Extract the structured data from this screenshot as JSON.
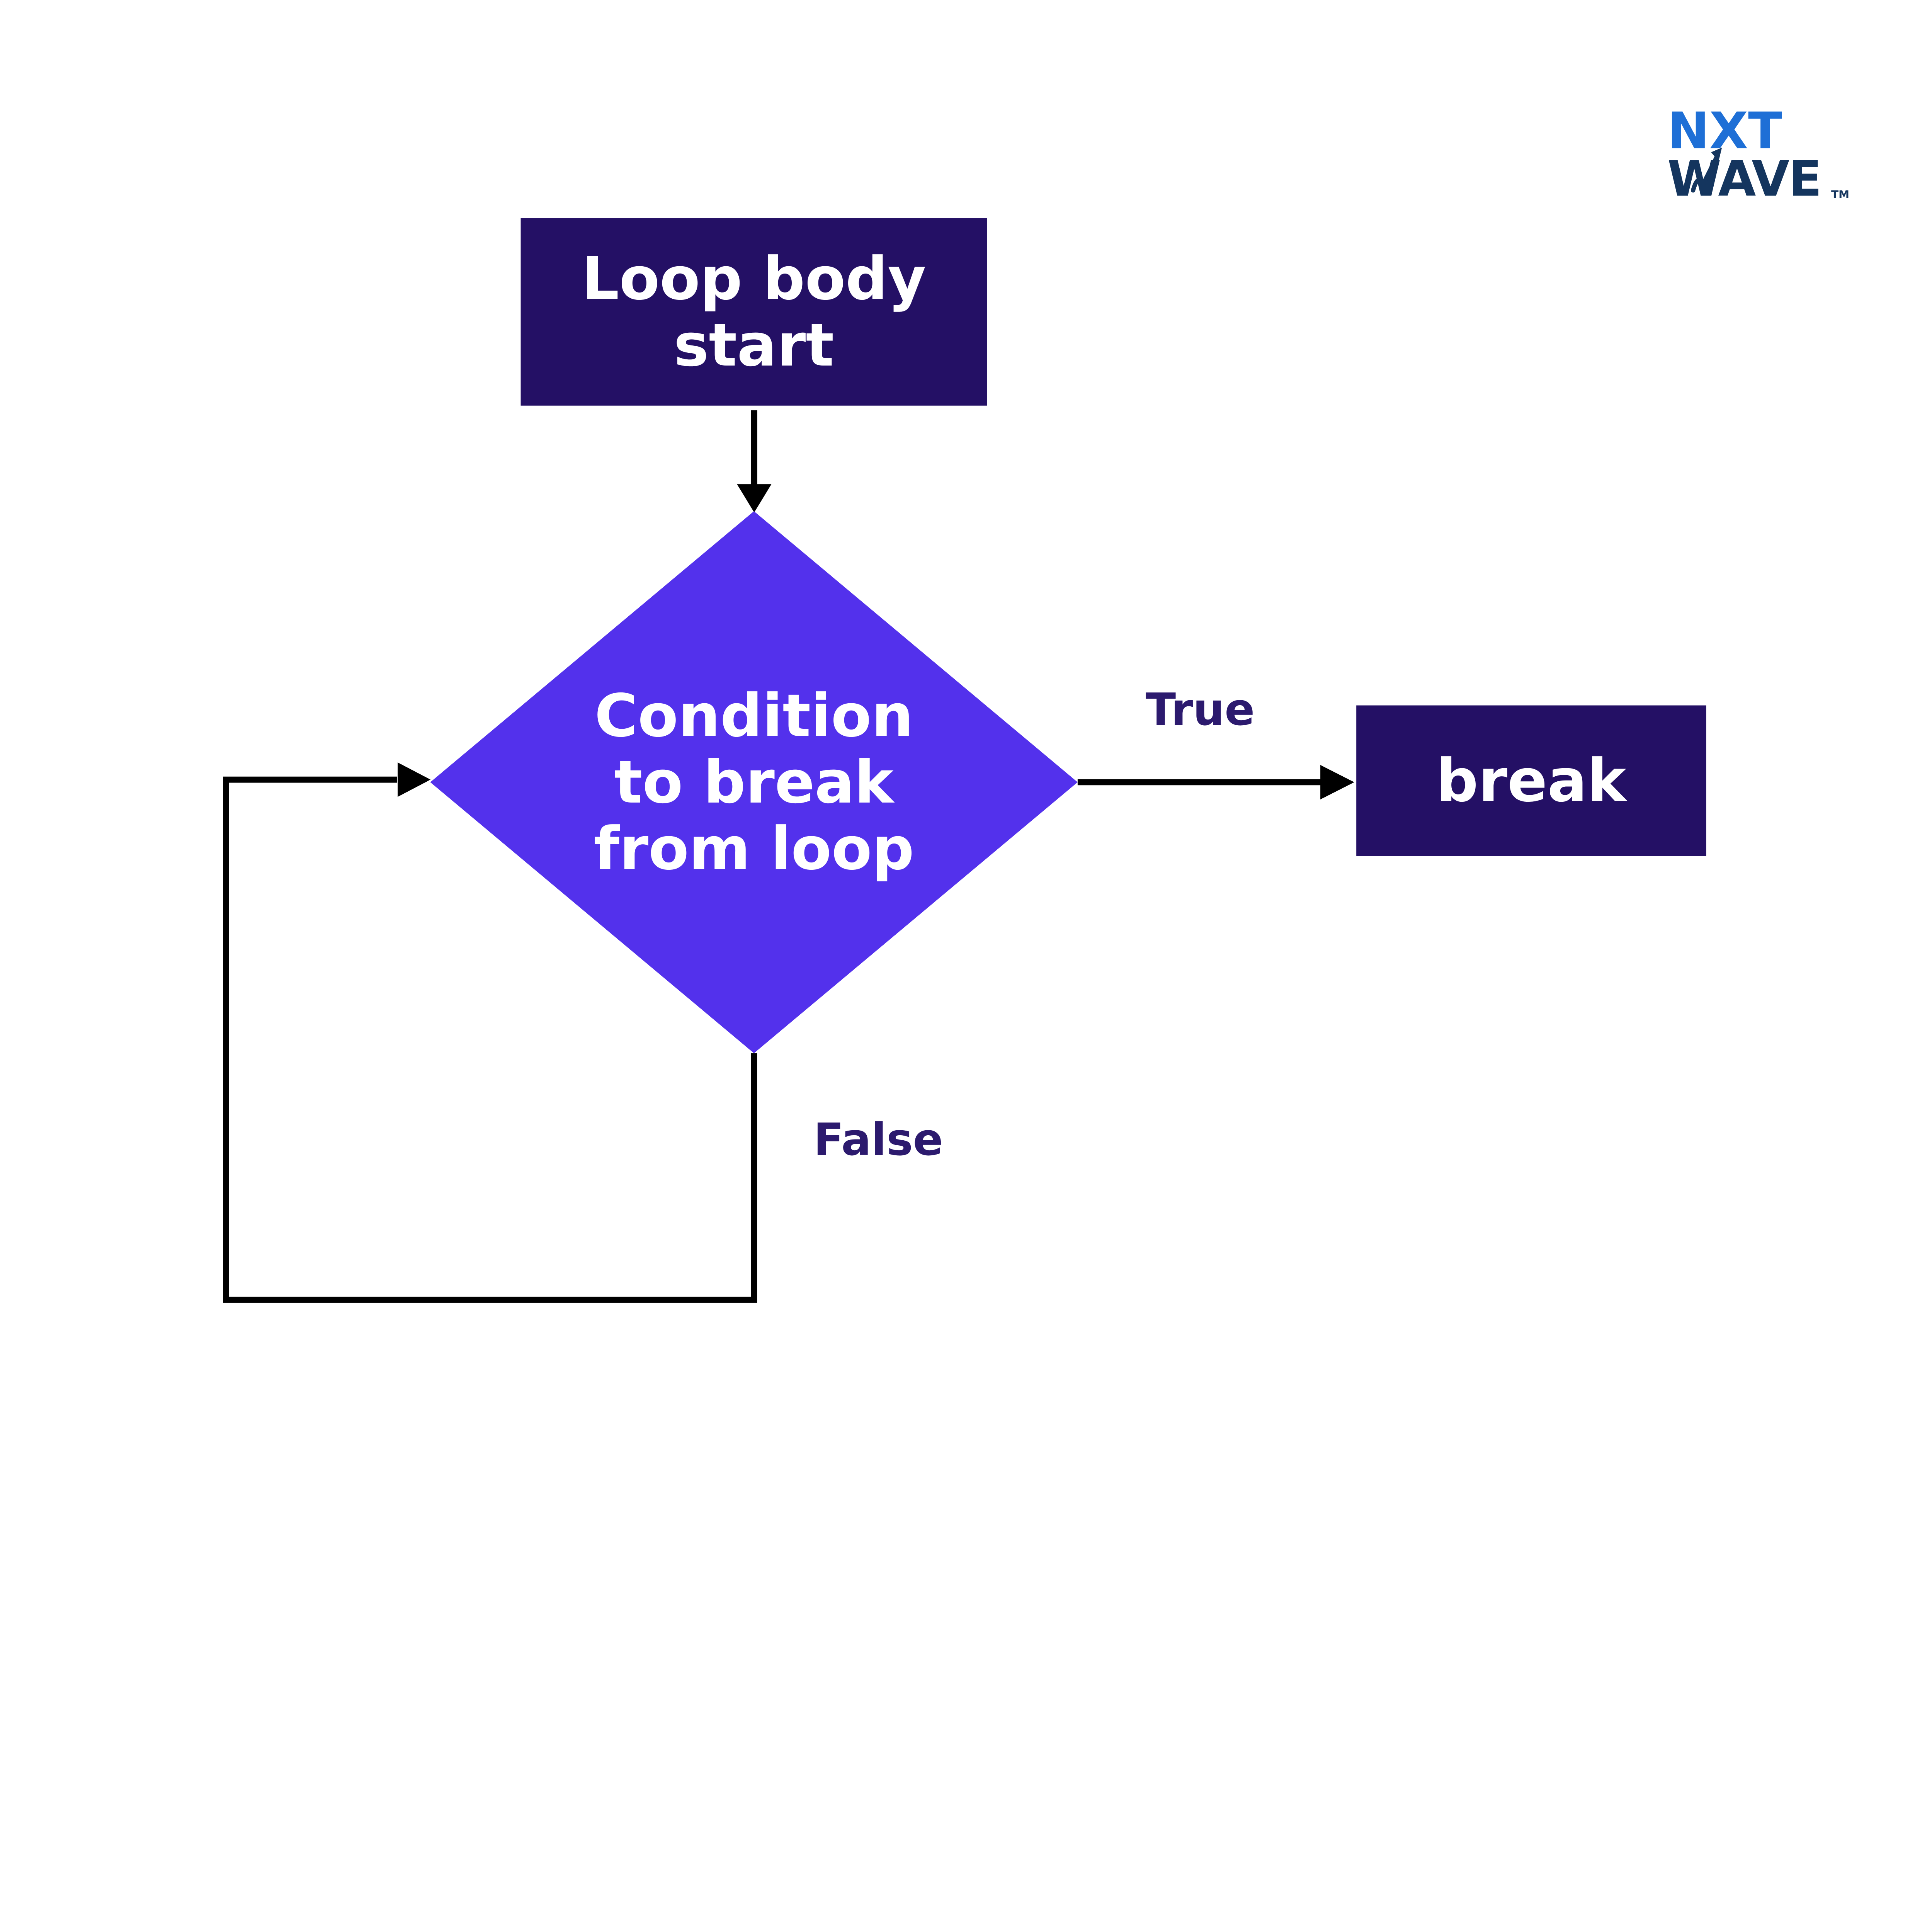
{
  "page": {
    "background_color": "#FFFFFF"
  },
  "logo": {
    "line1": "NXT",
    "line2": "WAVE",
    "trademark": "TM",
    "blue_color": "#1E6FD6",
    "x_color": "#16416F",
    "navy_color": "#14355E"
  },
  "flowchart": {
    "nodes": {
      "loop_body": {
        "label": "Loop body\nstart",
        "fill": "#241065",
        "text_color": "#FFFFFF",
        "shape": "rectangle"
      },
      "condition": {
        "label": "Condition\nto break\nfrom loop",
        "fill": "#5331EC",
        "text_color": "#FFFFFF",
        "shape": "diamond"
      },
      "break": {
        "label": "break",
        "fill": "#241065",
        "text_color": "#FFFFFF",
        "shape": "rectangle"
      }
    },
    "edge_labels": {
      "true": {
        "text": "True",
        "color": "#2C1A6E"
      },
      "false": {
        "text": "False",
        "color": "#2C1A6E"
      }
    },
    "connector_color": "#000000"
  }
}
